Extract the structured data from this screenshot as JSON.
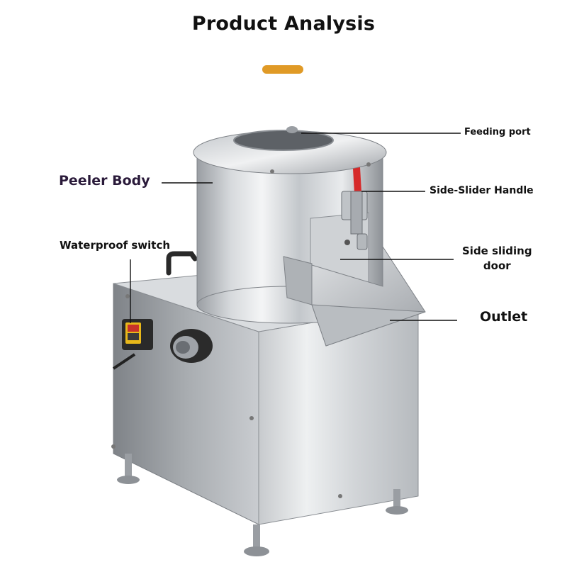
{
  "header": {
    "title": "Product Analysis",
    "accent_color": "#e09a26"
  },
  "labels": {
    "feeding_port": "Feeding port",
    "side_slider_handle": "Side-Slider Handle",
    "side_sliding_door_line1": "Side sliding",
    "side_sliding_door_line2": "door",
    "outlet": "Outlet",
    "peeler_body": "Peeler Body",
    "waterproof_switch": "Waterproof switch"
  },
  "colors": {
    "steel_light": "#e8eaec",
    "steel_dark": "#8a8e93",
    "handle_red": "#d62a2a",
    "switch_yellow": "#e8b81a",
    "switch_red": "#c8322a"
  }
}
